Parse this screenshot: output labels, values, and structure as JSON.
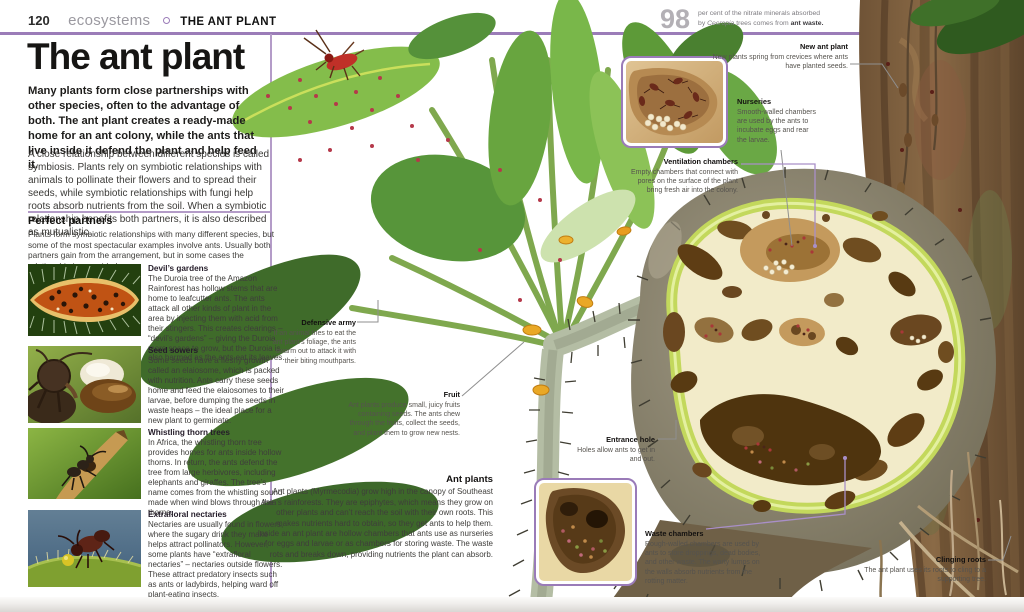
{
  "header": {
    "page_number": "120",
    "section": "ecosystems",
    "title": "THE ANT PLANT",
    "fact_number": "98",
    "fact_line1": "per cent of the nitrate minerals absorbed",
    "fact_by": "by ",
    "fact_species": "Cecropia",
    "fact_mid": " trees comes from ",
    "fact_bold": "ant waste."
  },
  "article": {
    "title": "The ant plant",
    "intro": "Many plants form close partnerships with other species, often to the advantage of both. The ant plant creates a ready-made home for an ant colony, while the ants that live inside it defend the plant and help feed it.",
    "body": "A close relationship between different species is called symbiosis. Plants rely on symbiotic relationships with animals to pollinate their flowers and to spread their seeds, while symbiotic relationships with fungi help roots absorb nutrients from the soil. When a symbiotic relationship benefits both partners, it is also described as mutualistic."
  },
  "perfect_partners": {
    "heading": "Perfect partners",
    "intro": "Plants form symbiotic relationships with many different species, but some of the most spectacular examples involve ants. Usually both partners gain from the arrangement, but in some cases the relationship is one-sided.",
    "items": [
      {
        "heading": "Devil’s gardens",
        "text": "The Duroia tree of the Amazon Rainforest has hollow stems that are home to leafcutter ants. The ants attack all other kinds of plant in the area by injecting them with acid from their stingers. This creates clearings – “devil’s gardens” – giving the Duroia more space to grow, but the Duroia is also harmed as the ants eat its leaves."
      },
      {
        "heading": "Seed sowers",
        "text": "Some seeds have a fleshy growth called an elaiosome, which is packed with nutrition. Ants carry these seeds home and feed the elaiosomes to their larvae, before dumping the seeds in waste heaps – the ideal place for a new plant to germinate."
      },
      {
        "heading": "Whistling thorn trees",
        "text": "In Africa, the whistling thorn tree provides homes for ants inside hollow thorns. In return, the ants defend the tree from large herbivores, including elephants and giraffes. The tree’s name comes from the whistling sound made when wind blows through the thorns."
      },
      {
        "heading": "Extrafloral nectaries",
        "text": "Nectaries are usually found in flowers, where the sugary drink they make helps attract pollinators. However, some plants have “extrafloral nectaries” – nectaries outside flowers. These attract predatory insects such as ants or ladybirds, helping ward off plant-eating insects."
      }
    ]
  },
  "ant_plants": {
    "heading": "Ant plants",
    "text": "Ant plants (Myrmecodia) grow high in the canopy of Southeast Asia’s rainforests. They are epiphytes, which means they grow on other plants and can’t reach the soil with their own roots. This makes nutrients hard to obtain, so they get ants to help them. Inside an ant plant are hollow chambers that ants use as nurseries for eggs and larvae or as chambers for storing waste. The waste rots and breaks down, providing nutrients the plant can absorb."
  },
  "callouts": [
    {
      "heading": "New ant plant",
      "text": "New plants spring from crevices where ants have planted seeds."
    },
    {
      "heading": "Nurseries",
      "text": "Smooth-walled chambers are used by the ants to incubate eggs and rear the larvae."
    },
    {
      "heading": "Ventilation chambers",
      "text": "Empty chambers that connect with pores on the surface of the plant bring fresh air into the colony."
    },
    {
      "heading": "Defensive army",
      "text": "If an animal tries to eat the ant plant’s foliage, the ants swarm out to attack it with their biting mouthparts."
    },
    {
      "heading": "Fruit",
      "text": "Ant plants produce small, juicy fruits containing seeds. The ants chew through the fruits, collect the seeds, and plant them to grow new nests."
    },
    {
      "heading": "Entrance hole",
      "text": "Holes allow ants to get in and out."
    },
    {
      "heading": "Waste chambers",
      "text": "Rough-walled chambers are used by ants to store droppings, dead bodies, and other waste. The warty lumps on the walls absorb nutrients from the rotting matter."
    },
    {
      "heading": "Clinging roots",
      "text": "The ant plant uses its roots to cling to a supporting tree."
    }
  ],
  "colors": {
    "accent_purple": "#9b7cb8",
    "rule_purple": "#b49cc8",
    "cutaway_rim": "#c3d85c",
    "cutaway_flesh": "#f2ebc9"
  }
}
